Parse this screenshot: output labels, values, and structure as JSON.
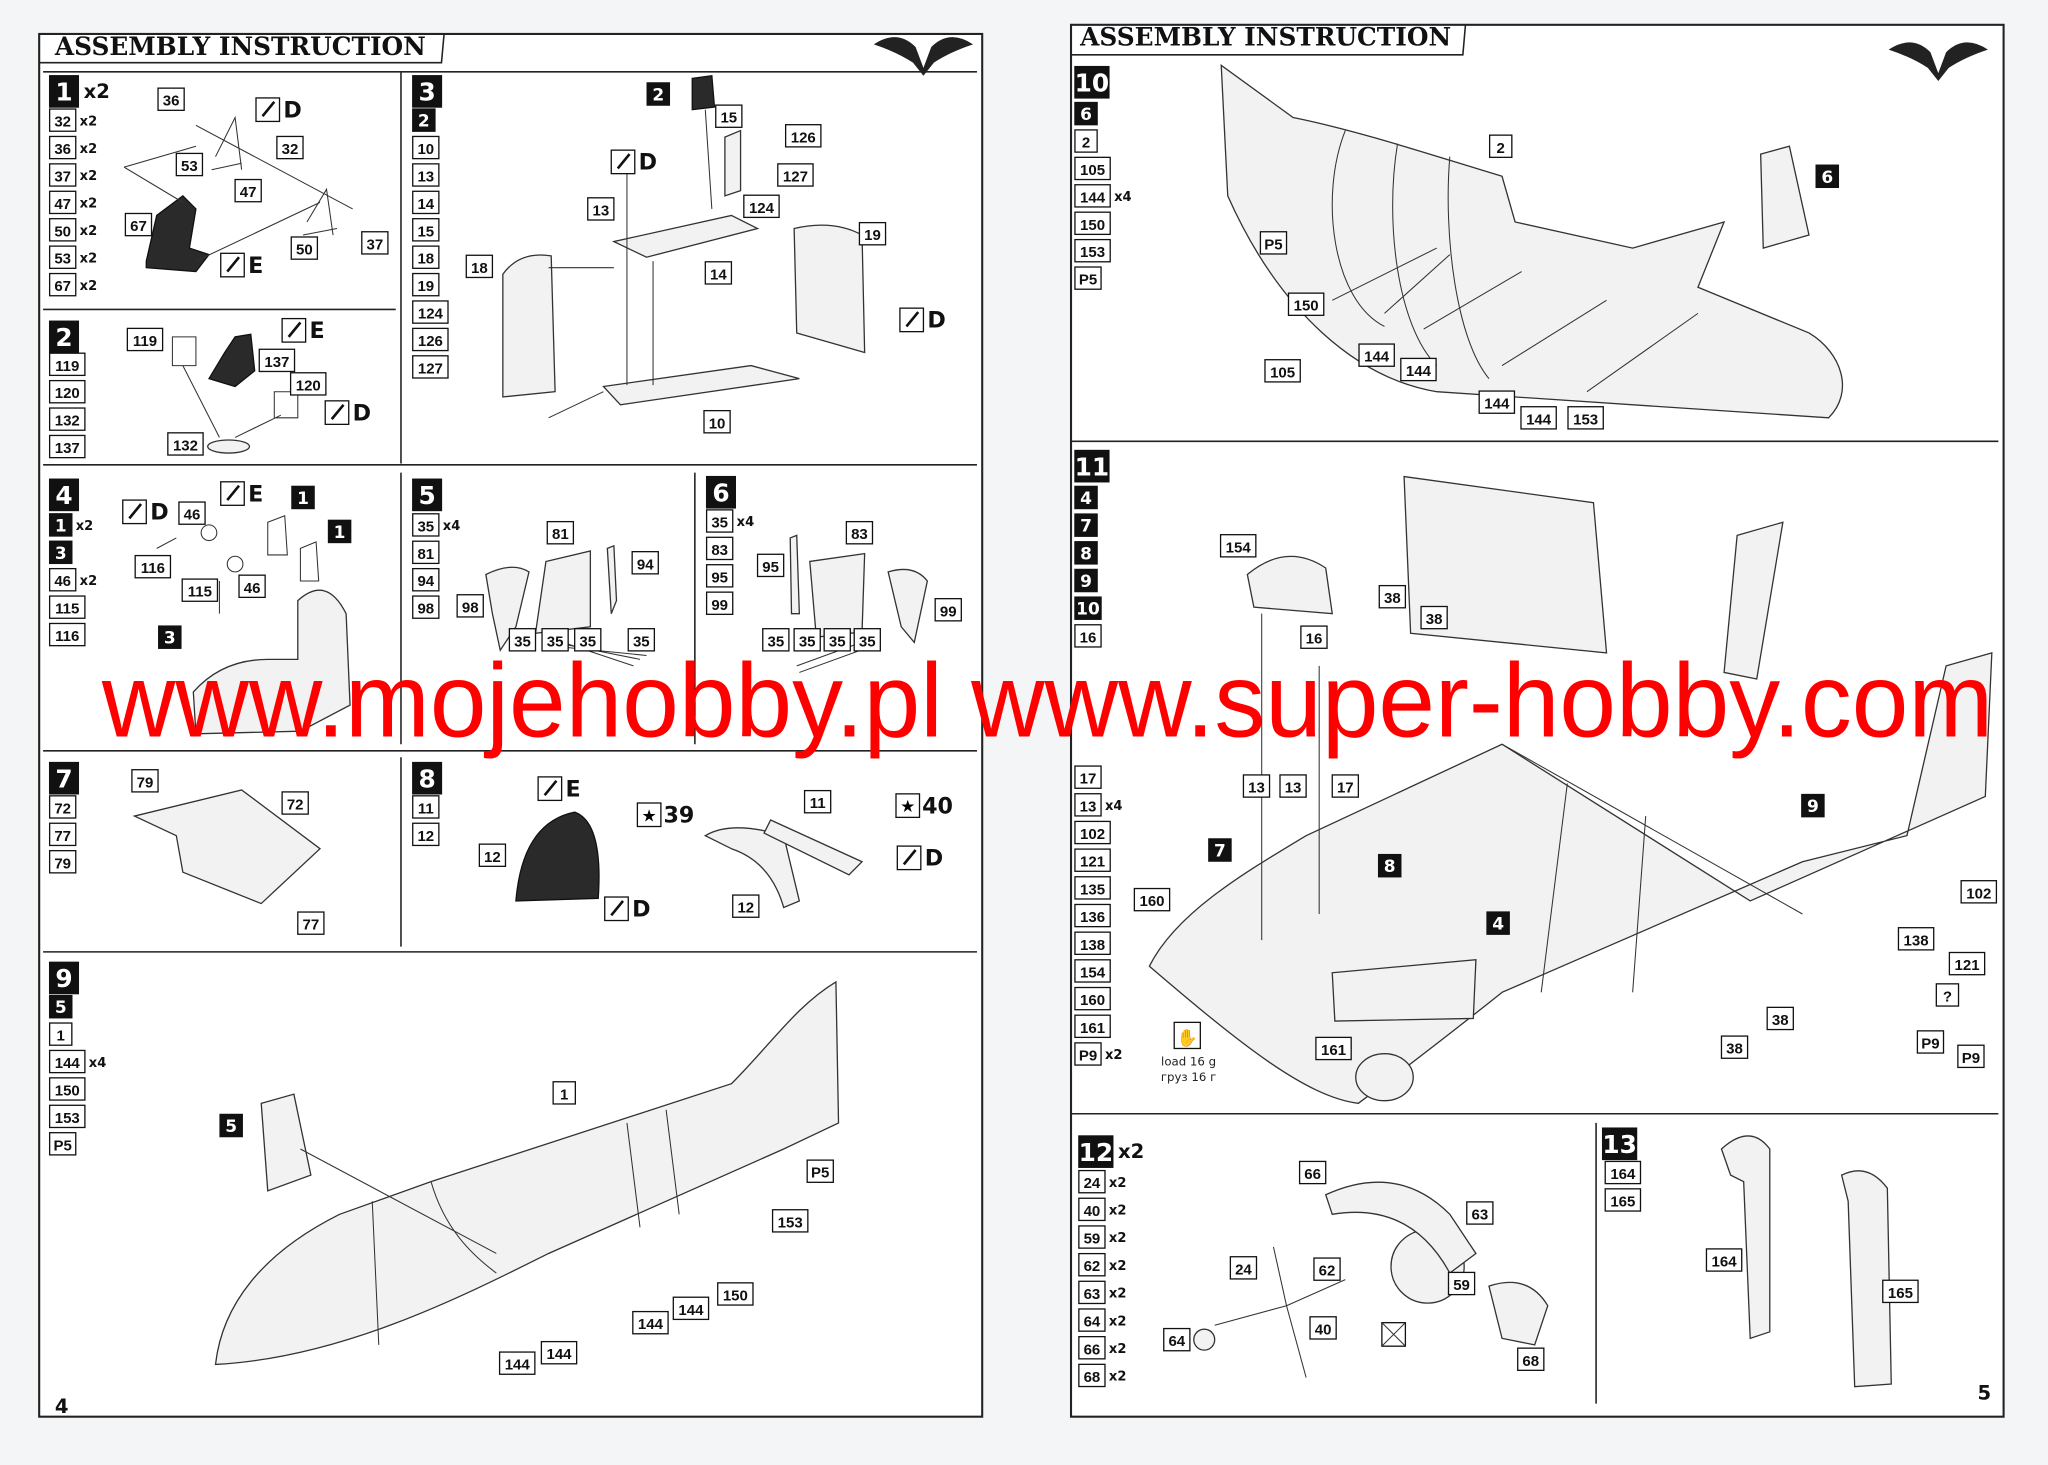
{
  "left_page": {
    "header": "ASSEMBLY INSTRUCTION",
    "page_number": "4"
  },
  "right_page": {
    "header": "ASSEMBLY INSTRUCTION",
    "page_number": "5"
  },
  "watermark": "www.mojehobby.pl www.super-hobby.com",
  "ballast_note": {
    "line1": "load 16 g",
    "line2": "груз 16 г",
    "icon": "hand-weight-icon"
  },
  "paint_icon": "brush-icon",
  "colors": {
    "watermark": "#ff0000",
    "ink": "#111111",
    "paper": "#ffffff"
  },
  "steps": [
    {
      "number": "1",
      "multiplier": "x2",
      "parts": [
        {
          "id": "32",
          "qty": "x2"
        },
        {
          "id": "36",
          "qty": "x2"
        },
        {
          "id": "37",
          "qty": "x2"
        },
        {
          "id": "47",
          "qty": "x2"
        },
        {
          "id": "50",
          "qty": "x2"
        },
        {
          "id": "53",
          "qty": "x2"
        },
        {
          "id": "67",
          "qty": "x2"
        }
      ],
      "callouts": [
        {
          "label": "36"
        },
        {
          "label": "D",
          "type": "paint"
        },
        {
          "label": "32"
        },
        {
          "label": "53"
        },
        {
          "label": "47"
        },
        {
          "label": "67"
        },
        {
          "label": "50"
        },
        {
          "label": "37"
        },
        {
          "label": "E",
          "type": "paint"
        }
      ]
    },
    {
      "number": "2",
      "multiplier": "",
      "parts": [
        {
          "id": "119"
        },
        {
          "id": "120"
        },
        {
          "id": "132"
        },
        {
          "id": "137"
        }
      ],
      "callouts": [
        {
          "label": "119"
        },
        {
          "label": "E",
          "type": "paint"
        },
        {
          "label": "137"
        },
        {
          "label": "120"
        },
        {
          "label": "D",
          "type": "paint"
        },
        {
          "label": "132"
        }
      ]
    },
    {
      "number": "3",
      "multiplier": "",
      "parts": [
        {
          "id": "2",
          "type": "assembly"
        },
        {
          "id": "10"
        },
        {
          "id": "13"
        },
        {
          "id": "14"
        },
        {
          "id": "15"
        },
        {
          "id": "18"
        },
        {
          "id": "19"
        },
        {
          "id": "124"
        },
        {
          "id": "126"
        },
        {
          "id": "127"
        }
      ],
      "callouts": [
        {
          "label": "2",
          "type": "assembly"
        },
        {
          "label": "15"
        },
        {
          "label": "126"
        },
        {
          "label": "127"
        },
        {
          "label": "D",
          "type": "paint"
        },
        {
          "label": "13"
        },
        {
          "label": "124"
        },
        {
          "label": "19"
        },
        {
          "label": "18"
        },
        {
          "label": "14"
        },
        {
          "label": "D",
          "type": "paint"
        },
        {
          "label": "10"
        }
      ]
    },
    {
      "number": "4",
      "multiplier": "",
      "parts": [
        {
          "id": "1",
          "qty": "x2",
          "type": "assembly"
        },
        {
          "id": "3",
          "type": "assembly"
        },
        {
          "id": "46",
          "qty": "x2"
        },
        {
          "id": "115"
        },
        {
          "id": "116"
        }
      ],
      "callouts": [
        {
          "label": "D",
          "type": "paint"
        },
        {
          "label": "46"
        },
        {
          "label": "E",
          "type": "paint"
        },
        {
          "label": "1",
          "type": "assembly"
        },
        {
          "label": "1",
          "type": "assembly"
        },
        {
          "label": "116"
        },
        {
          "label": "115"
        },
        {
          "label": "46"
        },
        {
          "label": "3",
          "type": "assembly"
        }
      ]
    },
    {
      "number": "5",
      "multiplier": "",
      "parts": [
        {
          "id": "35",
          "qty": "x4"
        },
        {
          "id": "81"
        },
        {
          "id": "94"
        },
        {
          "id": "98"
        }
      ],
      "callouts": [
        {
          "label": "81"
        },
        {
          "label": "94"
        },
        {
          "label": "98"
        },
        {
          "label": "35"
        },
        {
          "label": "35"
        },
        {
          "label": "35"
        },
        {
          "label": "35"
        }
      ]
    },
    {
      "number": "6",
      "multiplier": "",
      "parts": [
        {
          "id": "35",
          "qty": "x4"
        },
        {
          "id": "83"
        },
        {
          "id": "95"
        },
        {
          "id": "99"
        }
      ],
      "callouts": [
        {
          "label": "83"
        },
        {
          "label": "95"
        },
        {
          "label": "99"
        },
        {
          "label": "35"
        },
        {
          "label": "35"
        },
        {
          "label": "35"
        },
        {
          "label": "35"
        }
      ]
    },
    {
      "number": "7",
      "multiplier": "",
      "parts": [
        {
          "id": "72"
        },
        {
          "id": "77"
        },
        {
          "id": "79"
        }
      ],
      "callouts": [
        {
          "label": "79"
        },
        {
          "label": "72"
        },
        {
          "label": "77"
        }
      ]
    },
    {
      "number": "8",
      "multiplier": "",
      "parts": [
        {
          "id": "11"
        },
        {
          "id": "12"
        }
      ],
      "callouts": [
        {
          "label": "E",
          "type": "paint"
        },
        {
          "label": "39",
          "type": "decal"
        },
        {
          "label": "12"
        },
        {
          "label": "D",
          "type": "paint"
        },
        {
          "label": "11"
        },
        {
          "label": "40",
          "type": "decal"
        },
        {
          "label": "D",
          "type": "paint"
        },
        {
          "label": "12"
        }
      ]
    },
    {
      "number": "9",
      "multiplier": "",
      "parts": [
        {
          "id": "5",
          "type": "assembly"
        },
        {
          "id": "1"
        },
        {
          "id": "144",
          "qty": "x4"
        },
        {
          "id": "150"
        },
        {
          "id": "153"
        },
        {
          "id": "P5"
        }
      ],
      "callouts": [
        {
          "label": "1"
        },
        {
          "label": "5",
          "type": "assembly"
        },
        {
          "label": "P5"
        },
        {
          "label": "153"
        },
        {
          "label": "150"
        },
        {
          "label": "144"
        },
        {
          "label": "144"
        },
        {
          "label": "144"
        },
        {
          "label": "144"
        }
      ]
    },
    {
      "number": "10",
      "multiplier": "",
      "parts": [
        {
          "id": "6",
          "type": "assembly"
        },
        {
          "id": "2"
        },
        {
          "id": "105"
        },
        {
          "id": "144",
          "qty": "x4"
        },
        {
          "id": "150"
        },
        {
          "id": "153"
        },
        {
          "id": "P5"
        }
      ],
      "callouts": [
        {
          "label": "2"
        },
        {
          "label": "6",
          "type": "assembly"
        },
        {
          "label": "P5"
        },
        {
          "label": "150"
        },
        {
          "label": "144"
        },
        {
          "label": "144"
        },
        {
          "label": "105"
        },
        {
          "label": "144"
        },
        {
          "label": "144"
        },
        {
          "label": "153"
        }
      ]
    },
    {
      "number": "11",
      "multiplier": "",
      "parts": [
        {
          "id": "4",
          "type": "assembly"
        },
        {
          "id": "7",
          "type": "assembly"
        },
        {
          "id": "8",
          "type": "assembly"
        },
        {
          "id": "9",
          "type": "assembly"
        },
        {
          "id": "10",
          "type": "assembly"
        },
        {
          "id": "16"
        },
        {
          "id": "17"
        },
        {
          "id": "13",
          "qty": "x4"
        },
        {
          "id": "102"
        },
        {
          "id": "121"
        },
        {
          "id": "135"
        },
        {
          "id": "136"
        },
        {
          "id": "138"
        },
        {
          "id": "154"
        },
        {
          "id": "160"
        },
        {
          "id": "161"
        },
        {
          "id": "P9",
          "qty": "x2"
        }
      ],
      "callouts": [
        {
          "label": "154"
        },
        {
          "label": "38"
        },
        {
          "label": "38"
        },
        {
          "label": "16"
        },
        {
          "label": "13"
        },
        {
          "label": "13"
        },
        {
          "label": "17"
        },
        {
          "label": "7",
          "type": "assembly"
        },
        {
          "label": "8",
          "type": "assembly"
        },
        {
          "label": "9",
          "type": "assembly"
        },
        {
          "label": "160"
        },
        {
          "label": "4",
          "type": "assembly"
        },
        {
          "label": "102"
        },
        {
          "label": "138"
        },
        {
          "label": "121"
        },
        {
          "label": "?"
        },
        {
          "label": "38"
        },
        {
          "label": "38"
        },
        {
          "label": "161"
        },
        {
          "label": "P9"
        },
        {
          "label": "P9"
        }
      ]
    },
    {
      "number": "12",
      "multiplier": "x2",
      "parts": [
        {
          "id": "24",
          "qty": "x2"
        },
        {
          "id": "40",
          "qty": "x2"
        },
        {
          "id": "59",
          "qty": "x2"
        },
        {
          "id": "62",
          "qty": "x2"
        },
        {
          "id": "63",
          "qty": "x2"
        },
        {
          "id": "64",
          "qty": "x2"
        },
        {
          "id": "66",
          "qty": "x2"
        },
        {
          "id": "68",
          "qty": "x2"
        }
      ],
      "callouts": [
        {
          "label": "66"
        },
        {
          "label": "63"
        },
        {
          "label": "24"
        },
        {
          "label": "62"
        },
        {
          "label": "59"
        },
        {
          "label": "40"
        },
        {
          "label": "64"
        },
        {
          "label": "68"
        }
      ]
    },
    {
      "number": "13",
      "multiplier": "",
      "parts": [
        {
          "id": "164"
        },
        {
          "id": "165"
        }
      ],
      "callouts": [
        {
          "label": "164"
        },
        {
          "label": "165"
        }
      ]
    }
  ]
}
